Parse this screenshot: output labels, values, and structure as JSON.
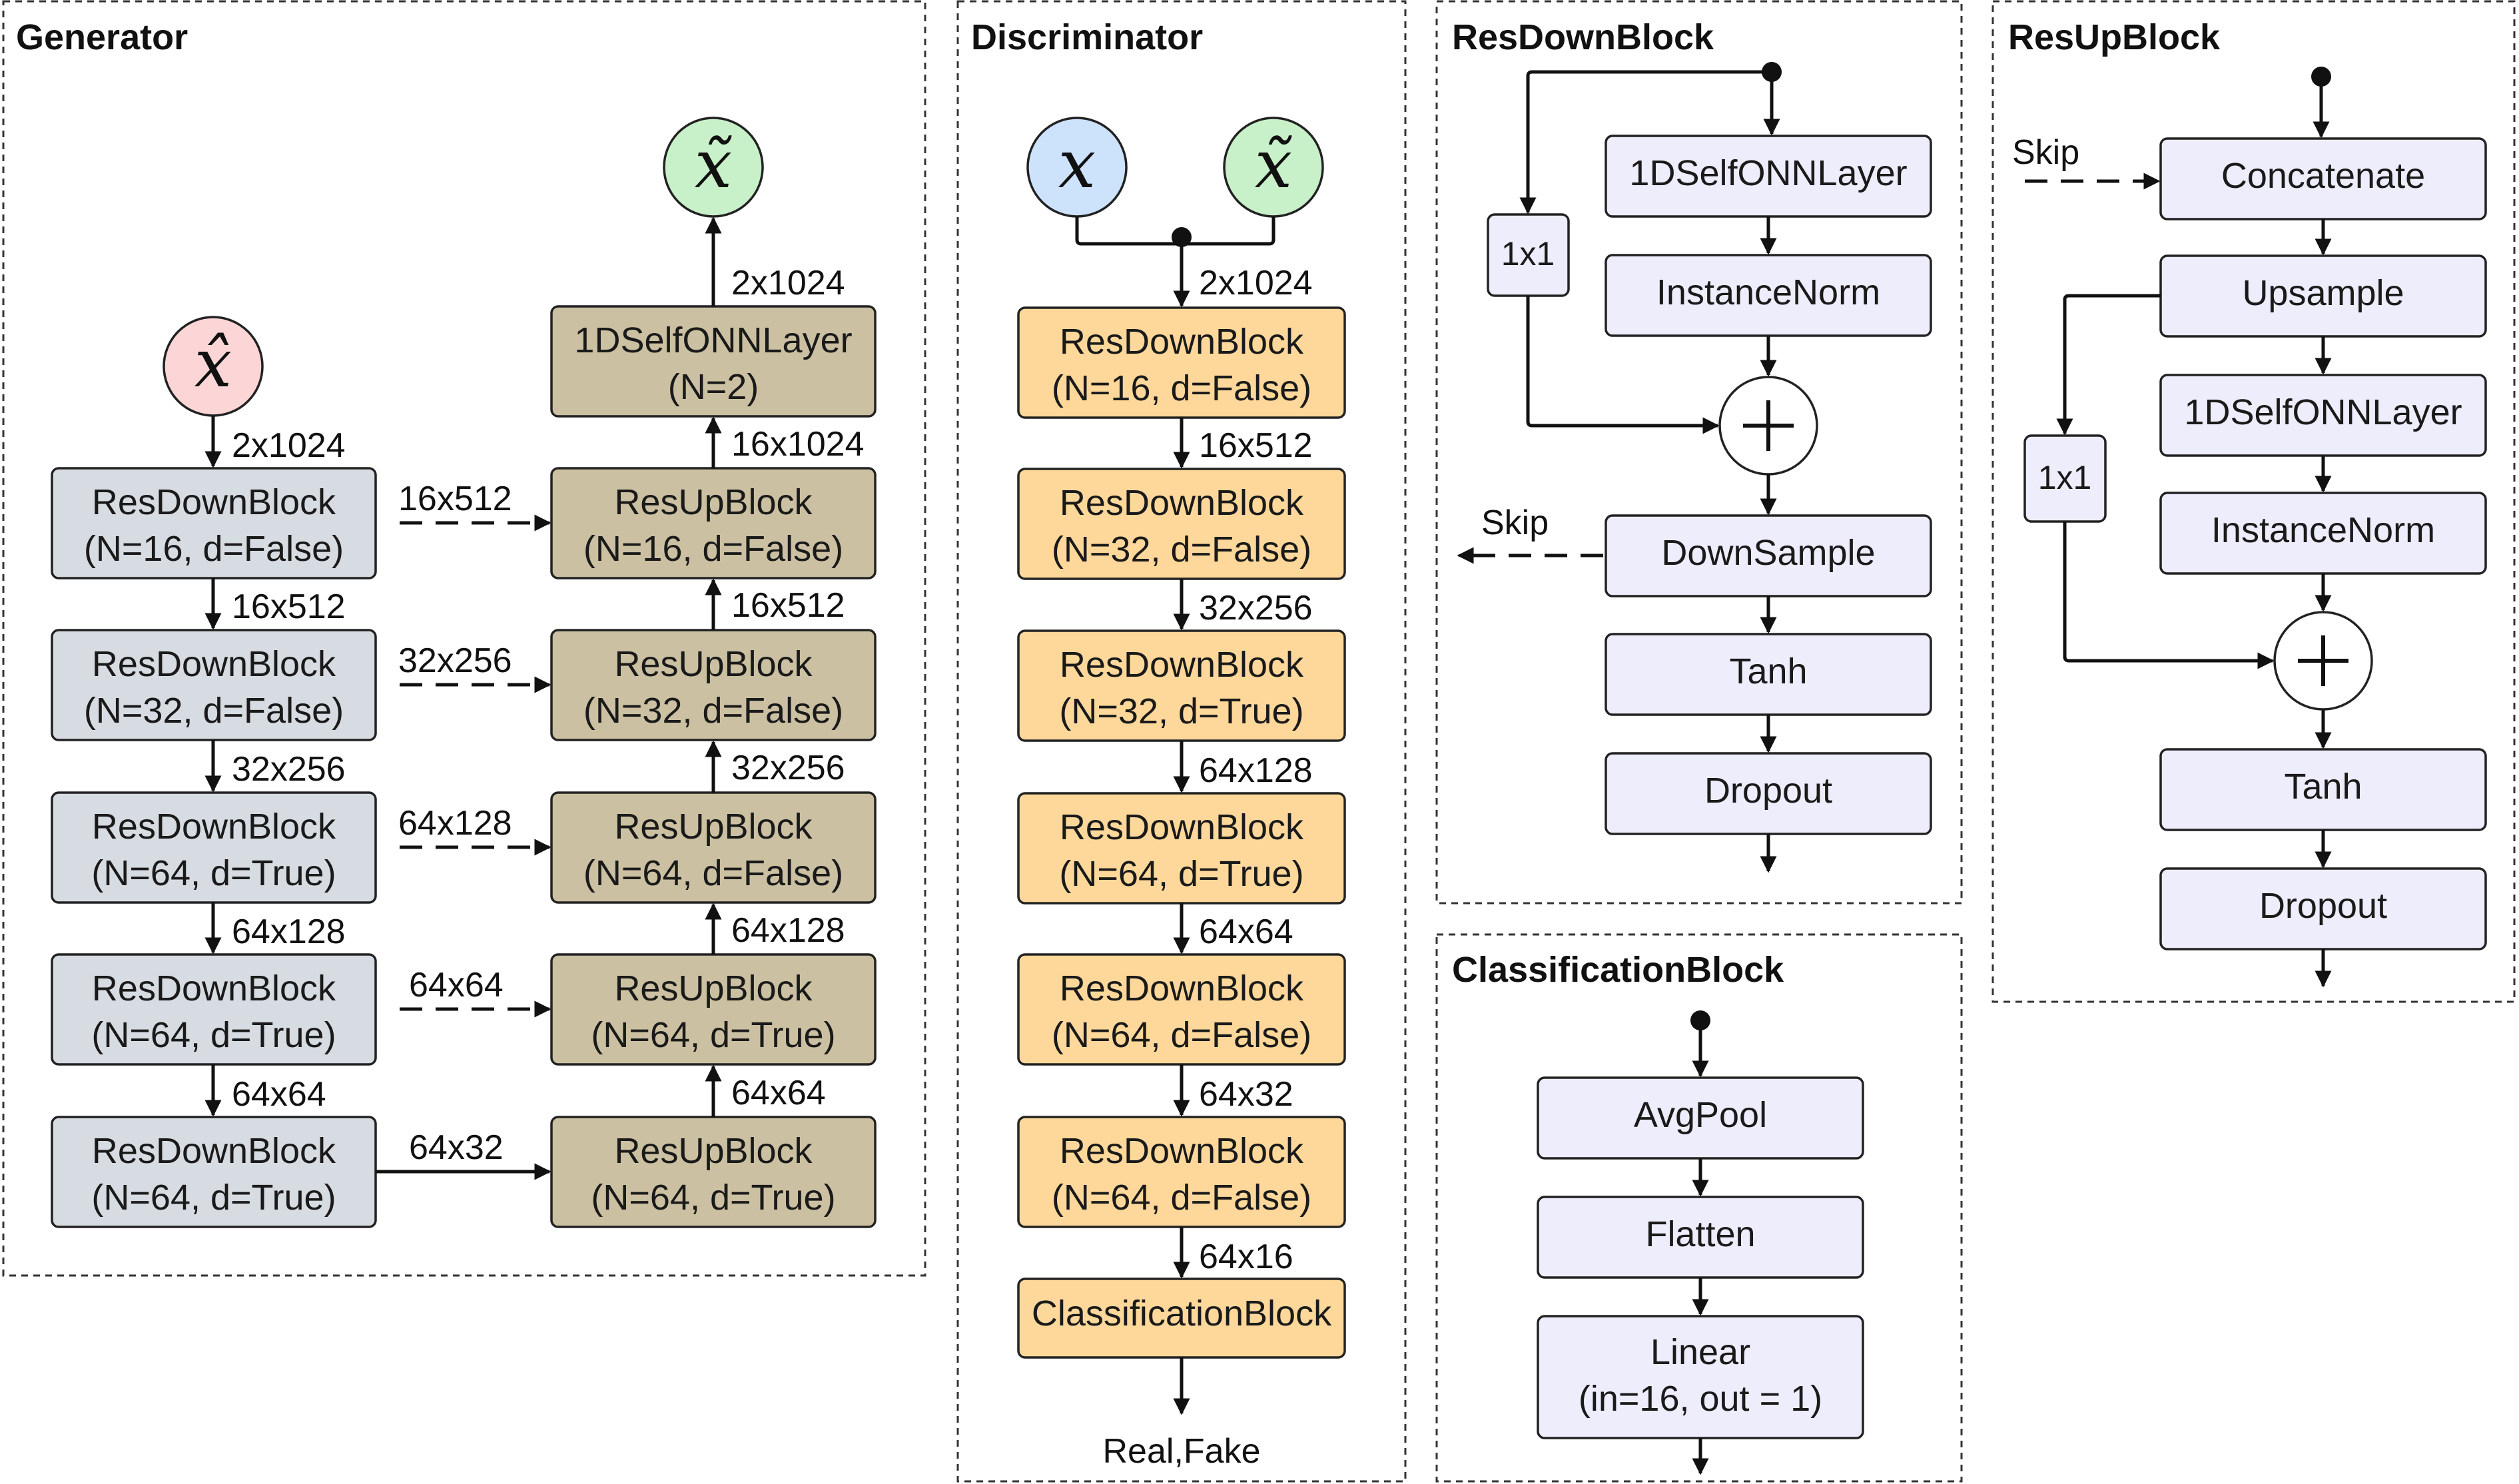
{
  "panels": {
    "generator": "Generator",
    "discriminator": "Discriminator",
    "resdown": "ResDownBlock",
    "resup": "ResUpBlock",
    "classification": "ClassificationBlock"
  },
  "symbols": {
    "x_hat": "x̂",
    "x_tilde": "x̃",
    "x": "x"
  },
  "generator": {
    "down": [
      {
        "l1": "ResDownBlock",
        "l2": "(N=16, d=False)"
      },
      {
        "l1": "ResDownBlock",
        "l2": "(N=32, d=False)"
      },
      {
        "l1": "ResDownBlock",
        "l2": "(N=64, d=True)"
      },
      {
        "l1": "ResDownBlock",
        "l2": "(N=64, d=True)"
      },
      {
        "l1": "ResDownBlock",
        "l2": "(N=64, d=True)"
      }
    ],
    "up": [
      {
        "l1": "ResUpBlock",
        "l2": "(N=16, d=False)"
      },
      {
        "l1": "ResUpBlock",
        "l2": "(N=32, d=False)"
      },
      {
        "l1": "ResUpBlock",
        "l2": "(N=64, d=False)"
      },
      {
        "l1": "ResUpBlock",
        "l2": "(N=64, d=True)"
      },
      {
        "l1": "ResUpBlock",
        "l2": "(N=64, d=True)"
      }
    ],
    "out_layer": {
      "l1": "1DSelfONNLayer",
      "l2": "(N=2)"
    },
    "down_shapes": [
      "2x1024",
      "16x512",
      "32x256",
      "64x128",
      "64x64"
    ],
    "skip_shapes": [
      "16x512",
      "32x256",
      "64x128",
      "64x64",
      "64x32"
    ],
    "up_shapes": [
      "16x1024",
      "16x512",
      "32x256",
      "64x128",
      "64x64"
    ],
    "out_shape": "2x1024"
  },
  "discriminator": {
    "blocks": [
      {
        "l1": "ResDownBlock",
        "l2": "(N=16, d=False)"
      },
      {
        "l1": "ResDownBlock",
        "l2": "(N=32, d=False)"
      },
      {
        "l1": "ResDownBlock",
        "l2": "(N=32, d=True)"
      },
      {
        "l1": "ResDownBlock",
        "l2": "(N=64, d=True)"
      },
      {
        "l1": "ResDownBlock",
        "l2": "(N=64, d=False)"
      },
      {
        "l1": "ResDownBlock",
        "l2": "(N=64, d=False)"
      }
    ],
    "shapes": [
      "2x1024",
      "16x512",
      "32x256",
      "64x128",
      "64x64",
      "64x32",
      "64x16"
    ],
    "classification": "ClassificationBlock",
    "output": "Real,Fake"
  },
  "resdown": {
    "layers": [
      "1DSelfONNLayer",
      "InstanceNorm",
      "DownSample",
      "Tanh",
      "Dropout"
    ],
    "shortcut": "1x1",
    "skip": "Skip"
  },
  "resup": {
    "layers": [
      "Concatenate",
      "Upsample",
      "1DSelfONNLayer",
      "InstanceNorm",
      "Tanh",
      "Dropout"
    ],
    "shortcut": "1x1",
    "skip": "Skip"
  },
  "classification": {
    "layers": [
      "AvgPool",
      "Flatten"
    ],
    "linear": {
      "l1": "Linear",
      "l2": "(in=16, out = 1)"
    }
  },
  "colors": {
    "gen_down": "#d7dbe2",
    "gen_up": "#cbc0a1",
    "disc": "#fdd89a",
    "sub_block": "#ededfc",
    "x_hat": "#fcd6d7",
    "x_tilde": "#c9f1c9",
    "x": "#cde2fb"
  }
}
